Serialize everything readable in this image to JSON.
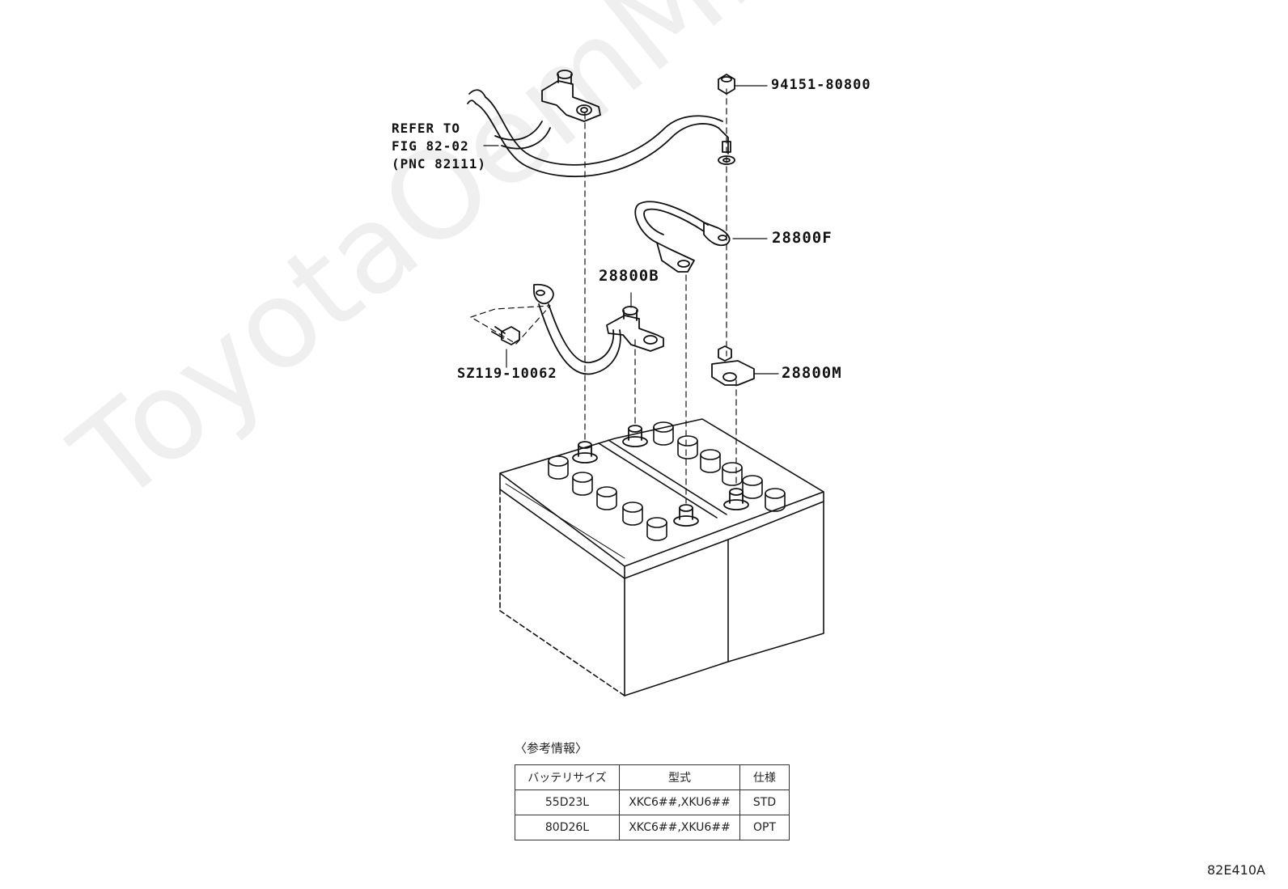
{
  "watermark": "ToyotaOemMine.ru",
  "labels": {
    "nut": "94151-80800",
    "refer": [
      "REFER TO",
      "FIG 82-02",
      "(PNC 82111)"
    ],
    "cable_f": "28800F",
    "cable_b": "28800B",
    "bolt": "SZ119-10062",
    "clamp_m": "28800M"
  },
  "reference": {
    "title": "〈参考情報〉",
    "headers": [
      "バッテリサイズ",
      "型式",
      "仕様"
    ],
    "rows": [
      [
        "55D23L",
        "XKC6##,XKU6##",
        "STD"
      ],
      [
        "80D26L",
        "XKC6##,XKU6##",
        "OPT"
      ]
    ]
  },
  "illustration_code": "82E410A"
}
